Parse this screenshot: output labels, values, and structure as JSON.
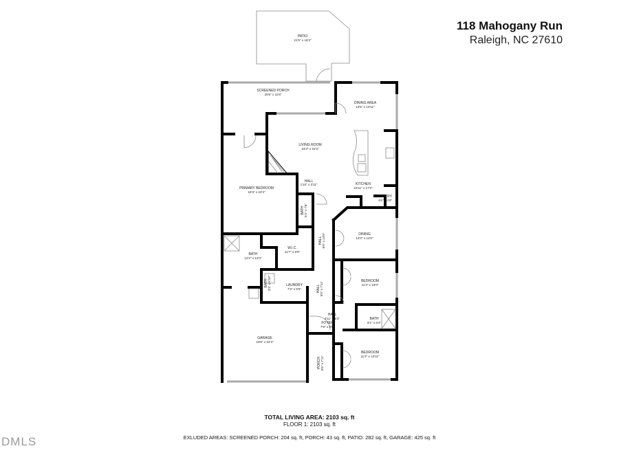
{
  "header": {
    "address_line1": "118 Mahogany Run",
    "address_line2": "Raleigh, NC 27610"
  },
  "rooms": {
    "patio": {
      "name": "PATIO",
      "dim": "21'5\" x 16'2\""
    },
    "screened_porch": {
      "name": "SCREENED PORCH",
      "dim": "25'5\" x 11'6\""
    },
    "dining_area": {
      "name": "DINING AREA",
      "dim": "13'5\" x 10'11\""
    },
    "living_room": {
      "name": "LIVING ROOM",
      "dim": "18'4\" x 22'3\""
    },
    "primary_bedroom": {
      "name": "PRIMARY BEDROOM",
      "dim": "18'3\" x 22'3\""
    },
    "hall1": {
      "name": "HALL",
      "dim": "1'10\" x 3'11\""
    },
    "kitchen": {
      "name": "KITCHEN",
      "dim": "10'11\" x 17'3\""
    },
    "pantry": {
      "name": "PANTRY",
      "dim": "4'6\" x 4'0\""
    },
    "bath1": {
      "name": "BATH",
      "dim": "5'4\" x 7'6\""
    },
    "hall2": {
      "name": "HALL",
      "dim": "6'0\" x 14'9\""
    },
    "dining": {
      "name": "DINING",
      "dim": "14'0\" x 12'0\""
    },
    "wic": {
      "name": "W.I.C.",
      "dim": "11'7\" x 9'9\""
    },
    "primary_bath": {
      "name": "BATH",
      "dim": "12'2\" x 12'0\""
    },
    "bedroom1": {
      "name": "BEDROOM",
      "dim": "11'4\" x 10'0\""
    },
    "bath2": {
      "name": "BATH",
      "dim": "3'3\" x 6'10\""
    },
    "laundry": {
      "name": "LAUNDRY",
      "dim": "7'3\" x 6'5\""
    },
    "hall3": {
      "name": "HALL",
      "dim": "5'0\" x 7'11\""
    },
    "hall4": {
      "name": "HALL",
      "dim": "2'11\" x 5'4\""
    },
    "bath3": {
      "name": "BATH",
      "dim": "8'1\" x 5'4\""
    },
    "foyer": {
      "name": "FOYER",
      "dim": "7'8\" x 8'8\""
    },
    "garage": {
      "name": "GARAGE",
      "dim": "19'6\" x 22'3\""
    },
    "porch": {
      "name": "PORCH",
      "dim": "5'5\" x 7'11\""
    },
    "bedroom2": {
      "name": "BEDROOM",
      "dim": "11'4\" x 10'11\""
    }
  },
  "footer": {
    "total_living_area": "TOTAL LIVING AREA: 2103 sq. ft",
    "floor1": "FLOOR 1: 2103 sq. ft",
    "excluded": "EXLUDED AREAS: SCREENED PORCH: 204 sq. ft, PORCH: 43 sq. ft, PATIO: 282 sq. ft, GARAGE: 425 sq. ft"
  },
  "watermark": "DMLS"
}
